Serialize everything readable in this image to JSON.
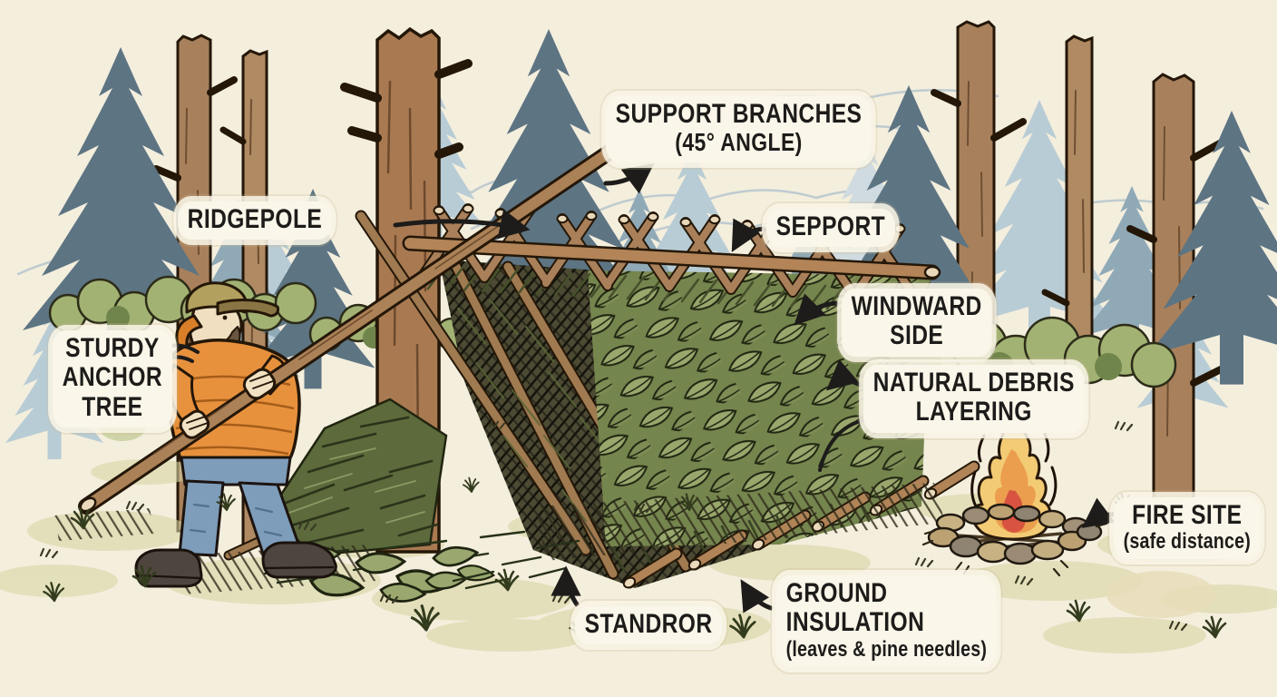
{
  "scene": {
    "type": "hand-drawn survival diagram",
    "subject": "Building a lean-to debris shelter in a pine forest",
    "background_color": "#f4eedd"
  },
  "labels": {
    "support_branches": {
      "lines": [
        "SUPPORT BRANCHES",
        "(45° ANGLE)"
      ]
    },
    "ridgepole": {
      "lines": [
        "RIDGEPOLE"
      ]
    },
    "sepport": {
      "lines": [
        "SEPPORT"
      ]
    },
    "windward_side": {
      "lines": [
        "WINDWARD",
        "SIDE"
      ]
    },
    "natural_debris_layering": {
      "lines": [
        "NATURAL DEBRIS",
        "LAYERING"
      ]
    },
    "sturdy_anchor_tree": {
      "lines": [
        "STURDY",
        "ANCHOR",
        "TREE"
      ]
    },
    "fire_site": {
      "lines": [
        "FIRE SITE",
        "(safe distance)"
      ]
    },
    "ground_insulation": {
      "lines": [
        "GROUND",
        "INSULATION",
        "(leaves & pine needles)"
      ]
    },
    "standror": {
      "lines": [
        "STANDROR"
      ]
    }
  },
  "palette": {
    "paper": "#f4eedd",
    "ink": "#241708",
    "label_ink": "#1d1c1a",
    "label_pill": "#faf6e9",
    "pine_dark": "#5d7483",
    "pine_mid": "#90a9b7",
    "pine_light": "#b8ccd5",
    "trunk_brown": "#a8815c",
    "leaf_green": "#99a76d",
    "leaf_green_dark": "#7d8d55",
    "bush_green": "#a2b273",
    "jacket_orange": "#e8913d",
    "jeans_blue": "#7e9dba",
    "flame_yellow": "#f3cb74",
    "flame_orange": "#eb9e4e",
    "flame_red": "#d85340",
    "ground_olive": "#d7d5a4"
  }
}
